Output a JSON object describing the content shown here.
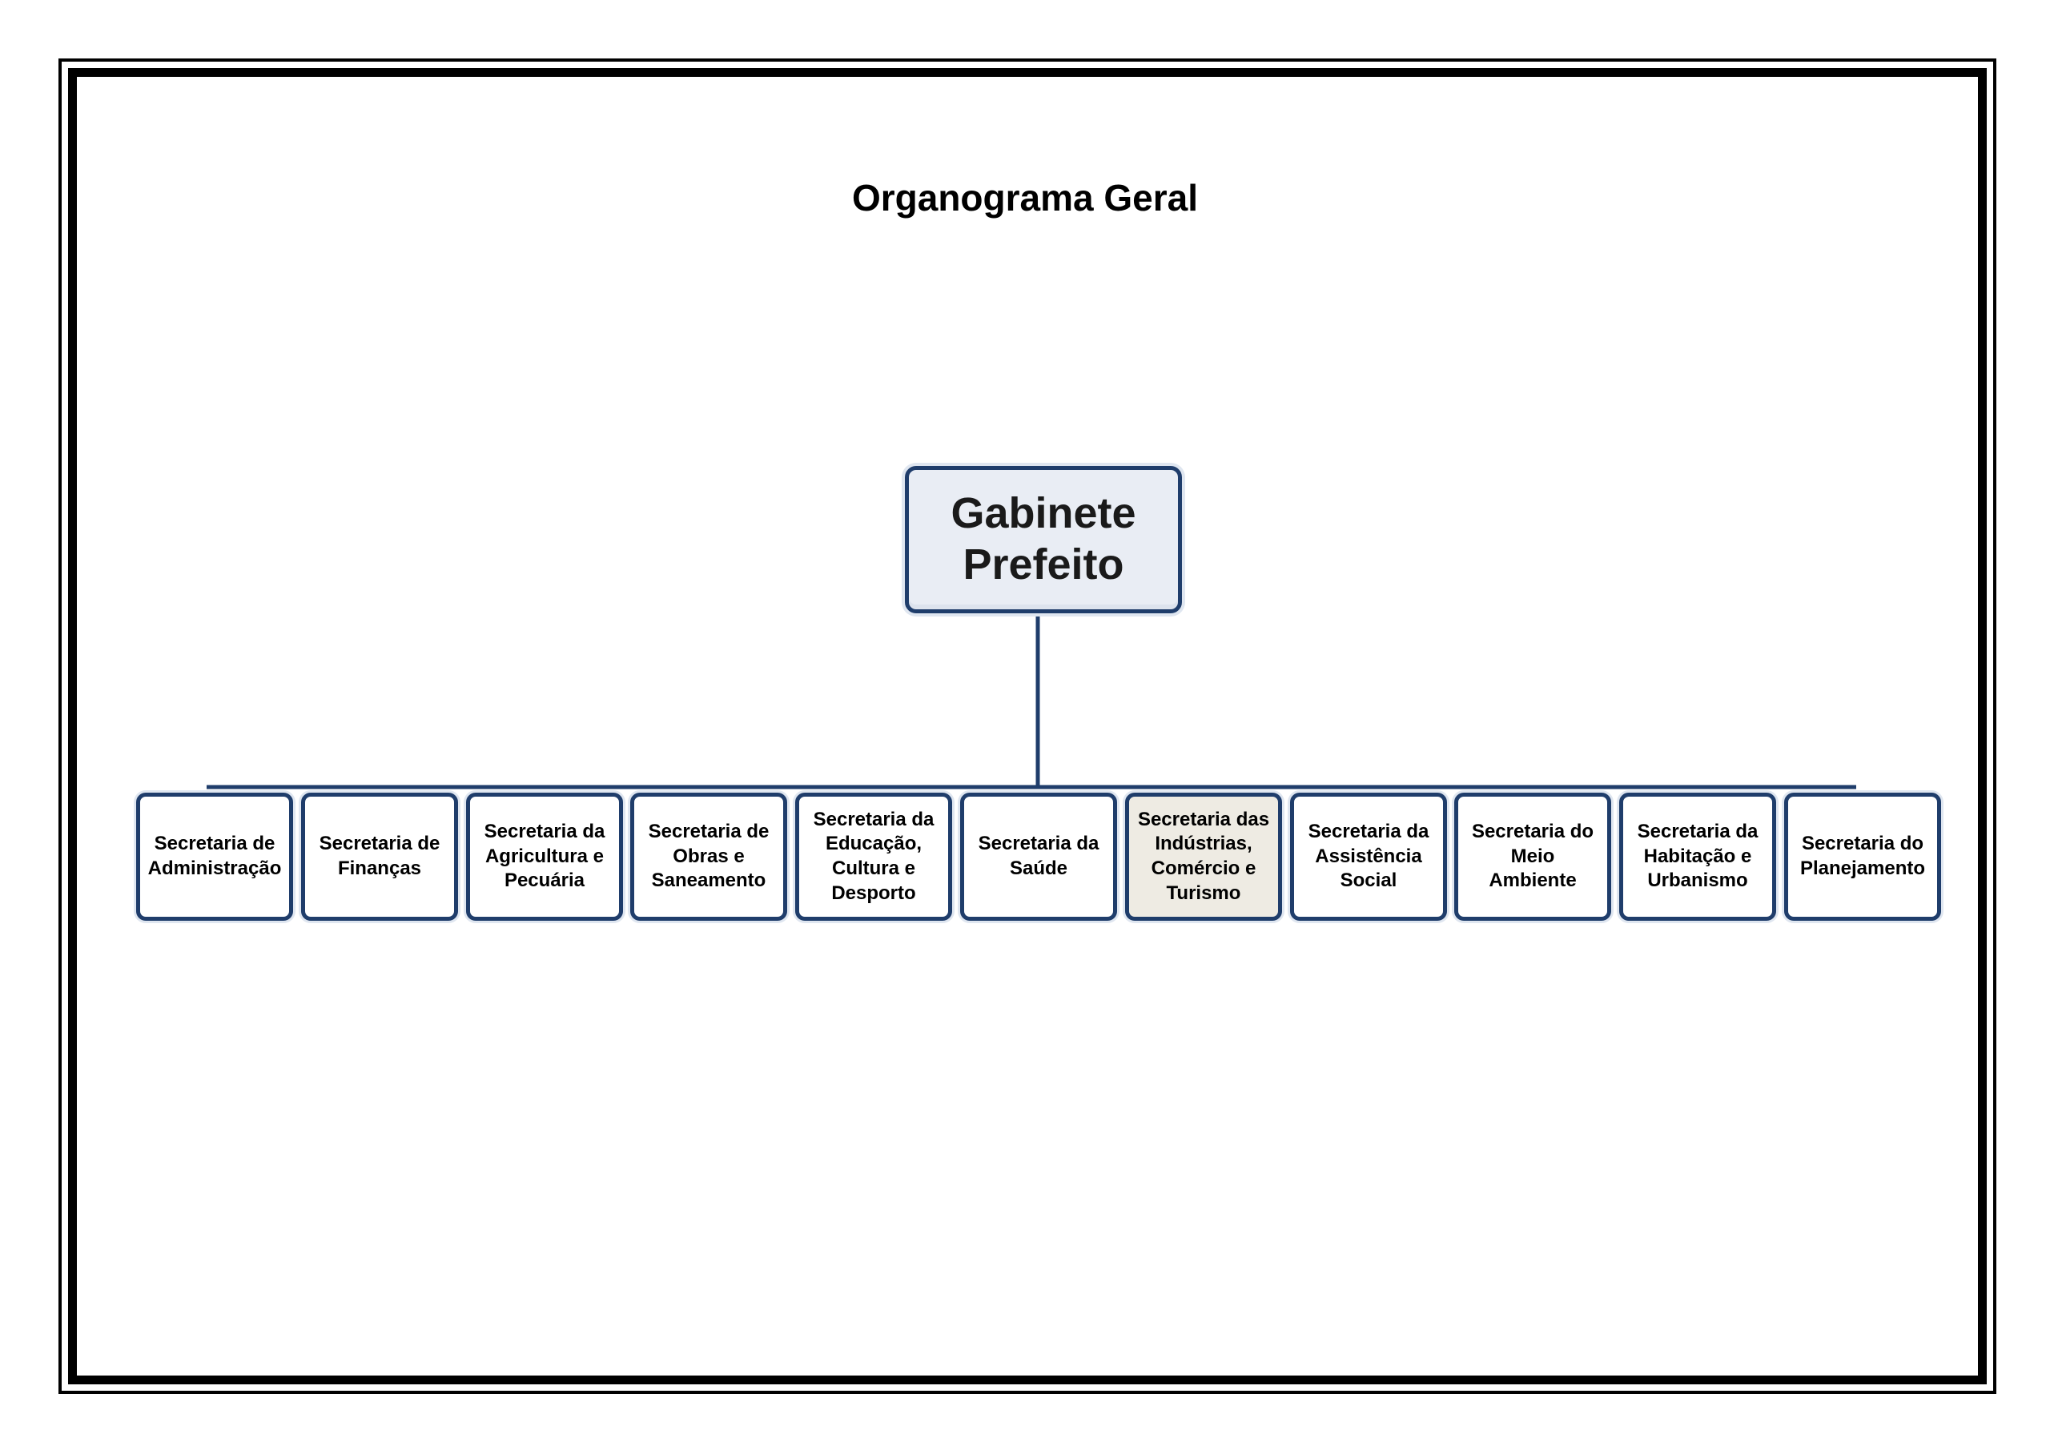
{
  "title": "Organograma Geral",
  "colors": {
    "node_border": "#1f3d6b",
    "root_fill": "#e9edf4",
    "highlight_fill": "#eeebe3",
    "connector": "#1f3d6b"
  },
  "root": {
    "label": "Gabinete\nPrefeito"
  },
  "children": [
    {
      "label": "Secretaria de\nAdministração",
      "highlight": false
    },
    {
      "label": "Secretaria de\nFinanças",
      "highlight": false
    },
    {
      "label": "Secretaria da\nAgricultura e\nPecuária",
      "highlight": false
    },
    {
      "label": "Secretaria de\nObras e\nSaneamento",
      "highlight": false
    },
    {
      "label": "Secretaria da\nEducação,\nCultura e\nDesporto",
      "highlight": false
    },
    {
      "label": "Secretaria da\nSaúde",
      "highlight": false
    },
    {
      "label": "Secretaria das\nIndústrias,\nComércio e\nTurismo",
      "highlight": true
    },
    {
      "label": "Secretaria da\nAssistência\nSocial",
      "highlight": false
    },
    {
      "label": "Secretaria do\nMeio\nAmbiente",
      "highlight": false
    },
    {
      "label": "Secretaria da\nHabitação e\nUrbanismo",
      "highlight": false
    },
    {
      "label": "Secretaria do\nPlanejamento",
      "highlight": false
    }
  ]
}
